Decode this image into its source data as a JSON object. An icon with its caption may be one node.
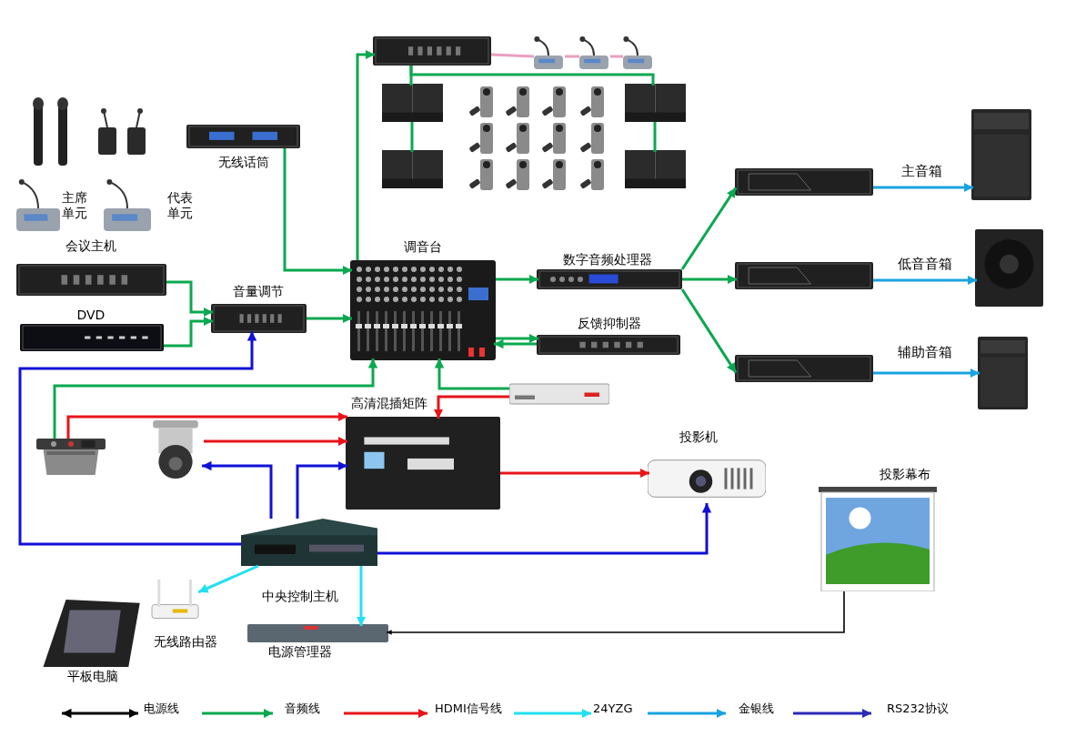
{
  "diagram": {
    "nodes": [
      {
        "text": [
          "无线话筒"
        ]
      },
      {
        "text": [
          "主席单元"
        ]
      },
      {
        "text": [
          "代表单元"
        ]
      },
      {
        "text": [
          "会议主机"
        ]
      },
      {
        "text": [
          "DVD"
        ]
      },
      {
        "text": [
          "音量调节"
        ]
      },
      {
        "text": [
          "调音台"
        ]
      },
      {
        "text": [],
        "shape": "picture"
      },
      {
        "text": [],
        "shape": "picture"
      },
      {
        "text": [],
        "shape": "picture"
      },
      {
        "text": [],
        "shape": "picture"
      },
      {
        "text": [],
        "shape": "picture"
      },
      {
        "text": [],
        "shape": "picture"
      },
      {
        "text": [],
        "shape": "picture"
      },
      {
        "text": [],
        "shape": "picture"
      },
      {
        "text": [
          "数字音频处理器"
        ]
      },
      {
        "text": [
          "反馈抑制器"
        ]
      },
      {
        "text": [],
        "shape": "picture"
      },
      {
        "text": [],
        "shape": "picture"
      },
      {
        "text": [],
        "shape": "picture"
      },
      {
        "text": [],
        "shape": "picture"
      },
      {
        "text": [],
        "shape": "picture"
      },
      {
        "text": [],
        "shape": "picture"
      },
      {
        "text": [],
        "shape": "picture"
      },
      {
        "text": [
          "高清混插矩阵"
        ]
      },
      {
        "text": [],
        "shape": "picture"
      },
      {
        "text": [],
        "shape": "picture"
      },
      {
        "text": [
          "投影机"
        ]
      },
      {
        "text": [
          "投影幕布"
        ]
      },
      {
        "text": [
          "中央控制主机"
        ]
      },
      {
        "text": [
          "无线路由器"
        ]
      },
      {
        "text": [
          "电源管理器"
        ]
      },
      {
        "text": [
          "平板电脑"
        ]
      }
    ],
    "edges": [
      {
        "from": 0,
        "to": 6,
        "arrow": "to"
      },
      {
        "from": 3,
        "to": 5,
        "arrow": "to"
      },
      {
        "from": 4,
        "to": 5,
        "arrow": "to"
      },
      {
        "from": 5,
        "to": 6,
        "arrow": "to"
      },
      {
        "from": 6,
        "to": 7,
        "arrow": "to"
      },
      {
        "from": 7,
        "to": 11,
        "arrow": "none"
      },
      {
        "from": 7,
        "to": 12,
        "arrow": "none"
      },
      {
        "from": 11,
        "to": 13,
        "arrow": "none"
      },
      {
        "from": 12,
        "to": 14,
        "arrow": "none"
      },
      {
        "from": 7,
        "to": 8,
        "arrow": "none",
        "color": "#e8a0c0"
      },
      {
        "from": 8,
        "to": 9,
        "arrow": "none",
        "color": "#e8a0c0"
      },
      {
        "from": 9,
        "to": 10,
        "arrow": "none",
        "color": "#e8a0c0"
      },
      {
        "from": 6,
        "to": 15,
        "arrow": "to"
      },
      {
        "from": 6,
        "to": 16,
        "arrow": "to"
      },
      {
        "from": 16,
        "to": 6,
        "arrow": "to"
      },
      {
        "from": 15,
        "to": 17,
        "arrow": "to"
      },
      {
        "from": 15,
        "to": 18,
        "arrow": "to"
      },
      {
        "from": 15,
        "to": 19,
        "arrow": "to"
      },
      {
        "from": 17,
        "to": 20,
        "arrow": "to",
        "label": "主音箱",
        "color": "#1aa3e0"
      },
      {
        "from": 18,
        "to": 21,
        "arrow": "to",
        "label": "低音音箱",
        "color": "#1aa3e0"
      },
      {
        "from": 19,
        "to": 22,
        "arrow": "to",
        "label": "辅助音箱",
        "color": "#1aa3e0"
      },
      {
        "from": 23,
        "to": 6,
        "arrow": "to"
      },
      {
        "from": 23,
        "to": 24,
        "arrow": "to",
        "color": "#e8141a"
      },
      {
        "from": 25,
        "to": 6,
        "arrow": "to"
      },
      {
        "from": 25,
        "to": 24,
        "arrow": "to",
        "color": "#e8141a"
      },
      {
        "from": 26,
        "to": 24,
        "arrow": "to",
        "color": "#e8141a"
      },
      {
        "from": 29,
        "to": 26,
        "arrow": "to",
        "color": "#1010d8"
      },
      {
        "from": 29,
        "to": 24,
        "arrow": "to",
        "color": "#1010d8"
      },
      {
        "from": 29,
        "to": 5,
        "arrow": "to",
        "color": "#1010d8"
      },
      {
        "from": 24,
        "to": 27,
        "arrow": "to",
        "color": "#e8141a"
      },
      {
        "from": 29,
        "to": 27,
        "arrow": "to",
        "color": "#1010d8"
      },
      {
        "from": 29,
        "to": 30,
        "arrow": "to",
        "color": "#22e0f0"
      },
      {
        "from": 29,
        "to": 31,
        "arrow": "to",
        "color": "#22e0f0"
      },
      {
        "from": 28,
        "to": 31,
        "arrow": "to",
        "color": "#000000"
      }
    ],
    "legend": [
      {
        "text": "电源线"
      },
      {
        "text": "音频线"
      },
      {
        "text": "HDMI信号线"
      },
      {
        "text": "24YZG"
      },
      {
        "text": "金银线"
      },
      {
        "text": "RS232协议"
      }
    ]
  }
}
